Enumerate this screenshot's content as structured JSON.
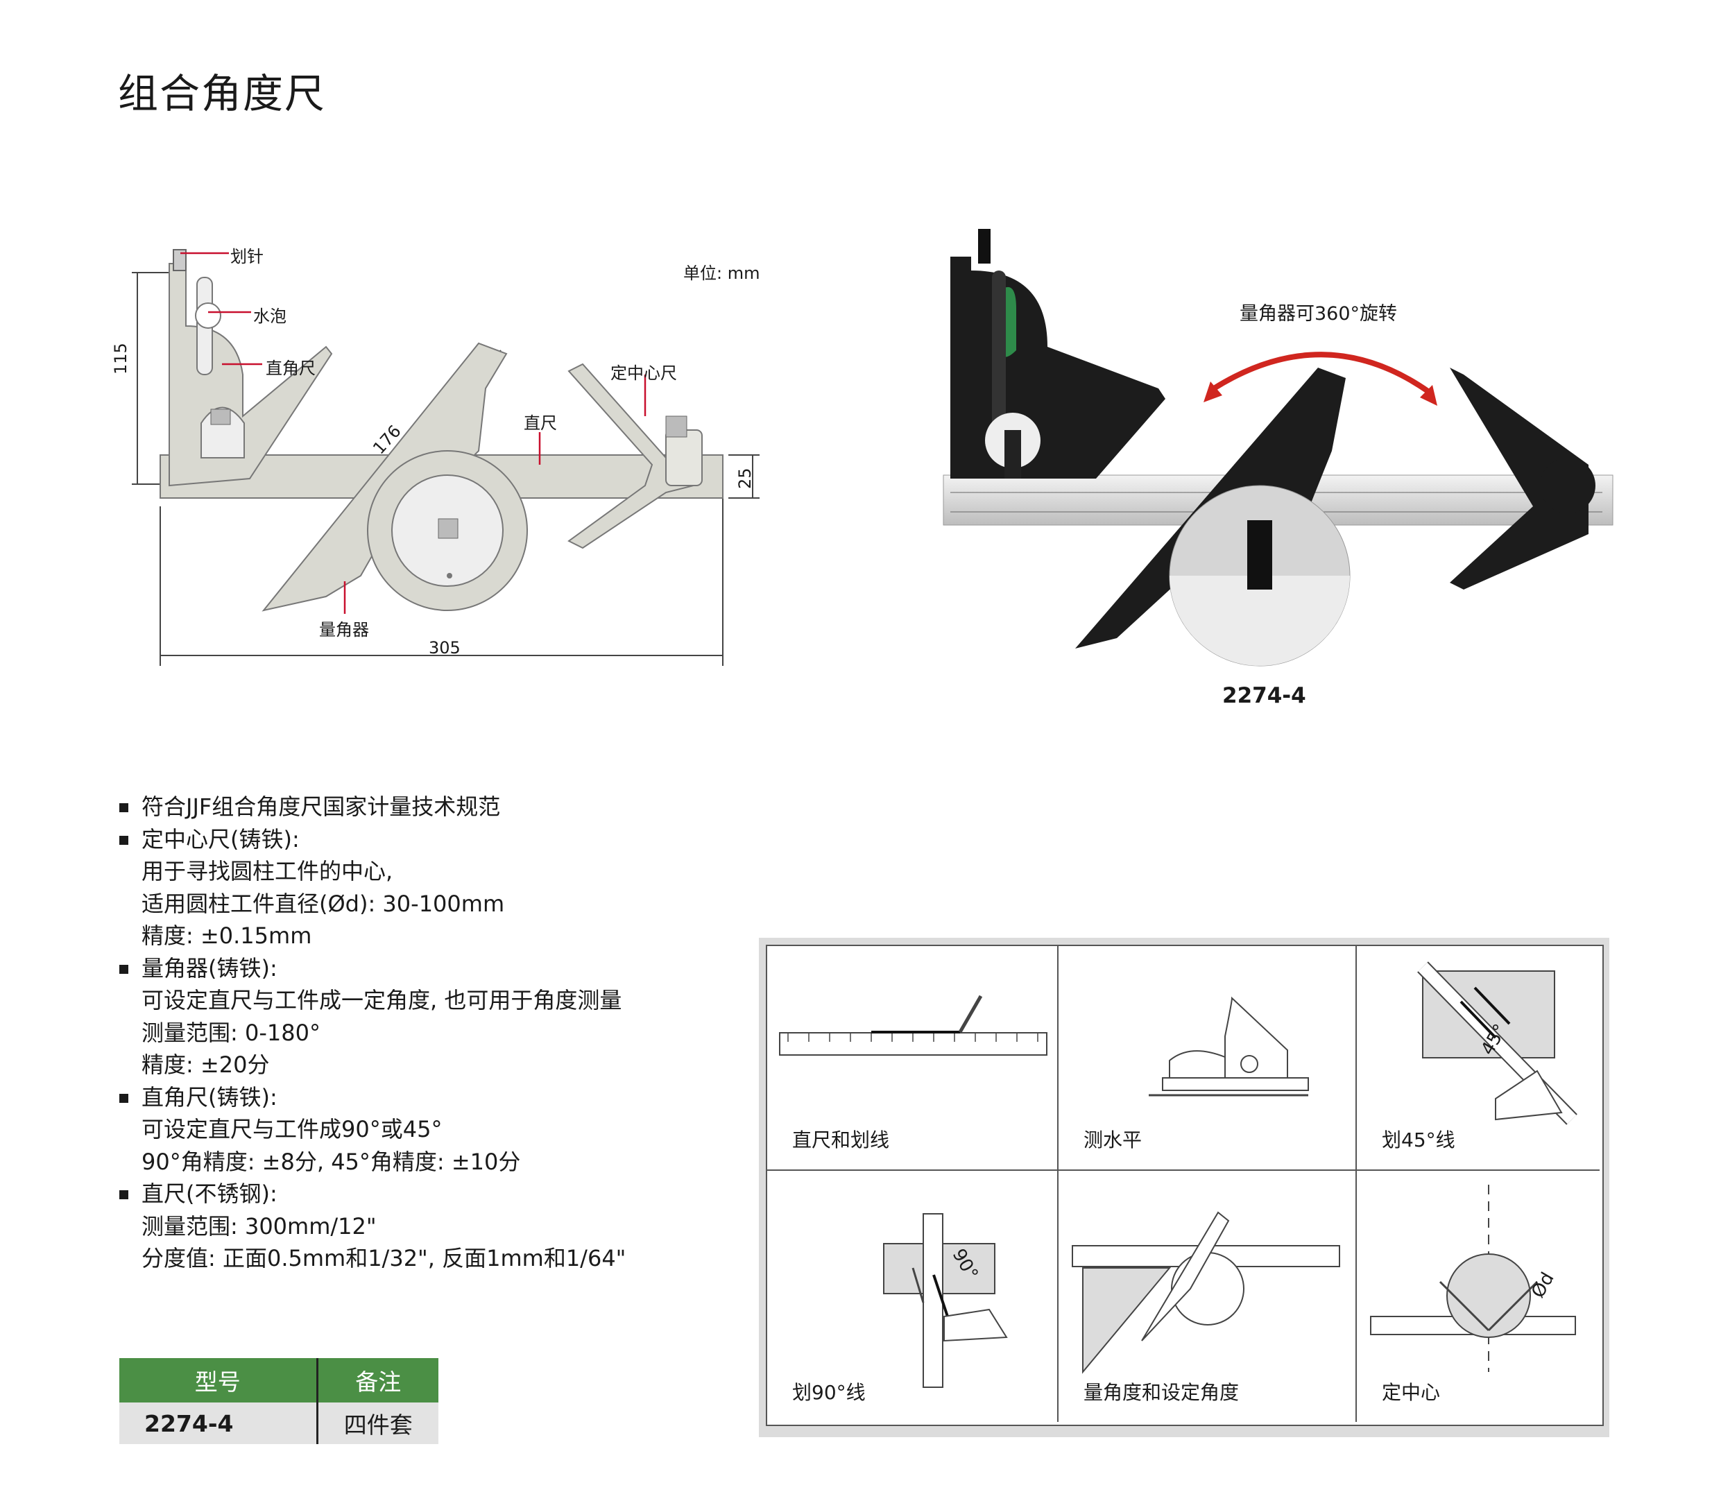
{
  "title": "组合角度尺",
  "diagram": {
    "unit": "单位: mm",
    "labels": {
      "scriber": "划针",
      "level": "水泡",
      "square_head": "直角尺",
      "center_head": "定中心尺",
      "rule": "直尺",
      "protractor": "量角器"
    },
    "dimensions": {
      "height": "115",
      "diagonal": "176",
      "rule_width": "25",
      "length": "305"
    }
  },
  "photo": {
    "caption": "量角器可360°旋转",
    "model": "2274-4"
  },
  "features": [
    {
      "title": "符合JJF组合角度尺国家计量技术规范",
      "lines": []
    },
    {
      "title": "定中心尺(铸铁):",
      "lines": [
        "用于寻找圆柱工件的中心,",
        "适用圆柱工件直径(Ød): 30-100mm",
        "精度: ±0.15mm"
      ]
    },
    {
      "title": "量角器(铸铁):",
      "lines": [
        "可设定直尺与工件成一定角度, 也可用于角度测量",
        "测量范围: 0-180°",
        "精度: ±20分"
      ]
    },
    {
      "title": "直角尺(铸铁):",
      "lines": [
        "可设定直尺与工件成90°或45°",
        "90°角精度: ±8分, 45°角精度: ±10分"
      ]
    },
    {
      "title": "直尺(不锈钢):",
      "lines": [
        "测量范围: 300mm/12\"",
        "分度值: 正面0.5mm和1/32\", 反面1mm和1/64\""
      ]
    }
  ],
  "spec_table": {
    "headers": [
      "型号",
      "备注"
    ],
    "rows": [
      [
        "2274-4",
        "四件套"
      ]
    ]
  },
  "usage": {
    "cells": [
      {
        "caption": "直尺和划线"
      },
      {
        "caption": "测水平"
      },
      {
        "caption": "划45°线",
        "mark": "45°"
      },
      {
        "caption": "划90°线",
        "mark": "90°"
      },
      {
        "caption": "量角度和设定角度"
      },
      {
        "caption": "定中心",
        "mark": "Ød"
      }
    ]
  },
  "colors": {
    "table_header": "#4b8f45",
    "tool_body": "#d9d9d1",
    "photo_head": "#1c1c1c"
  }
}
